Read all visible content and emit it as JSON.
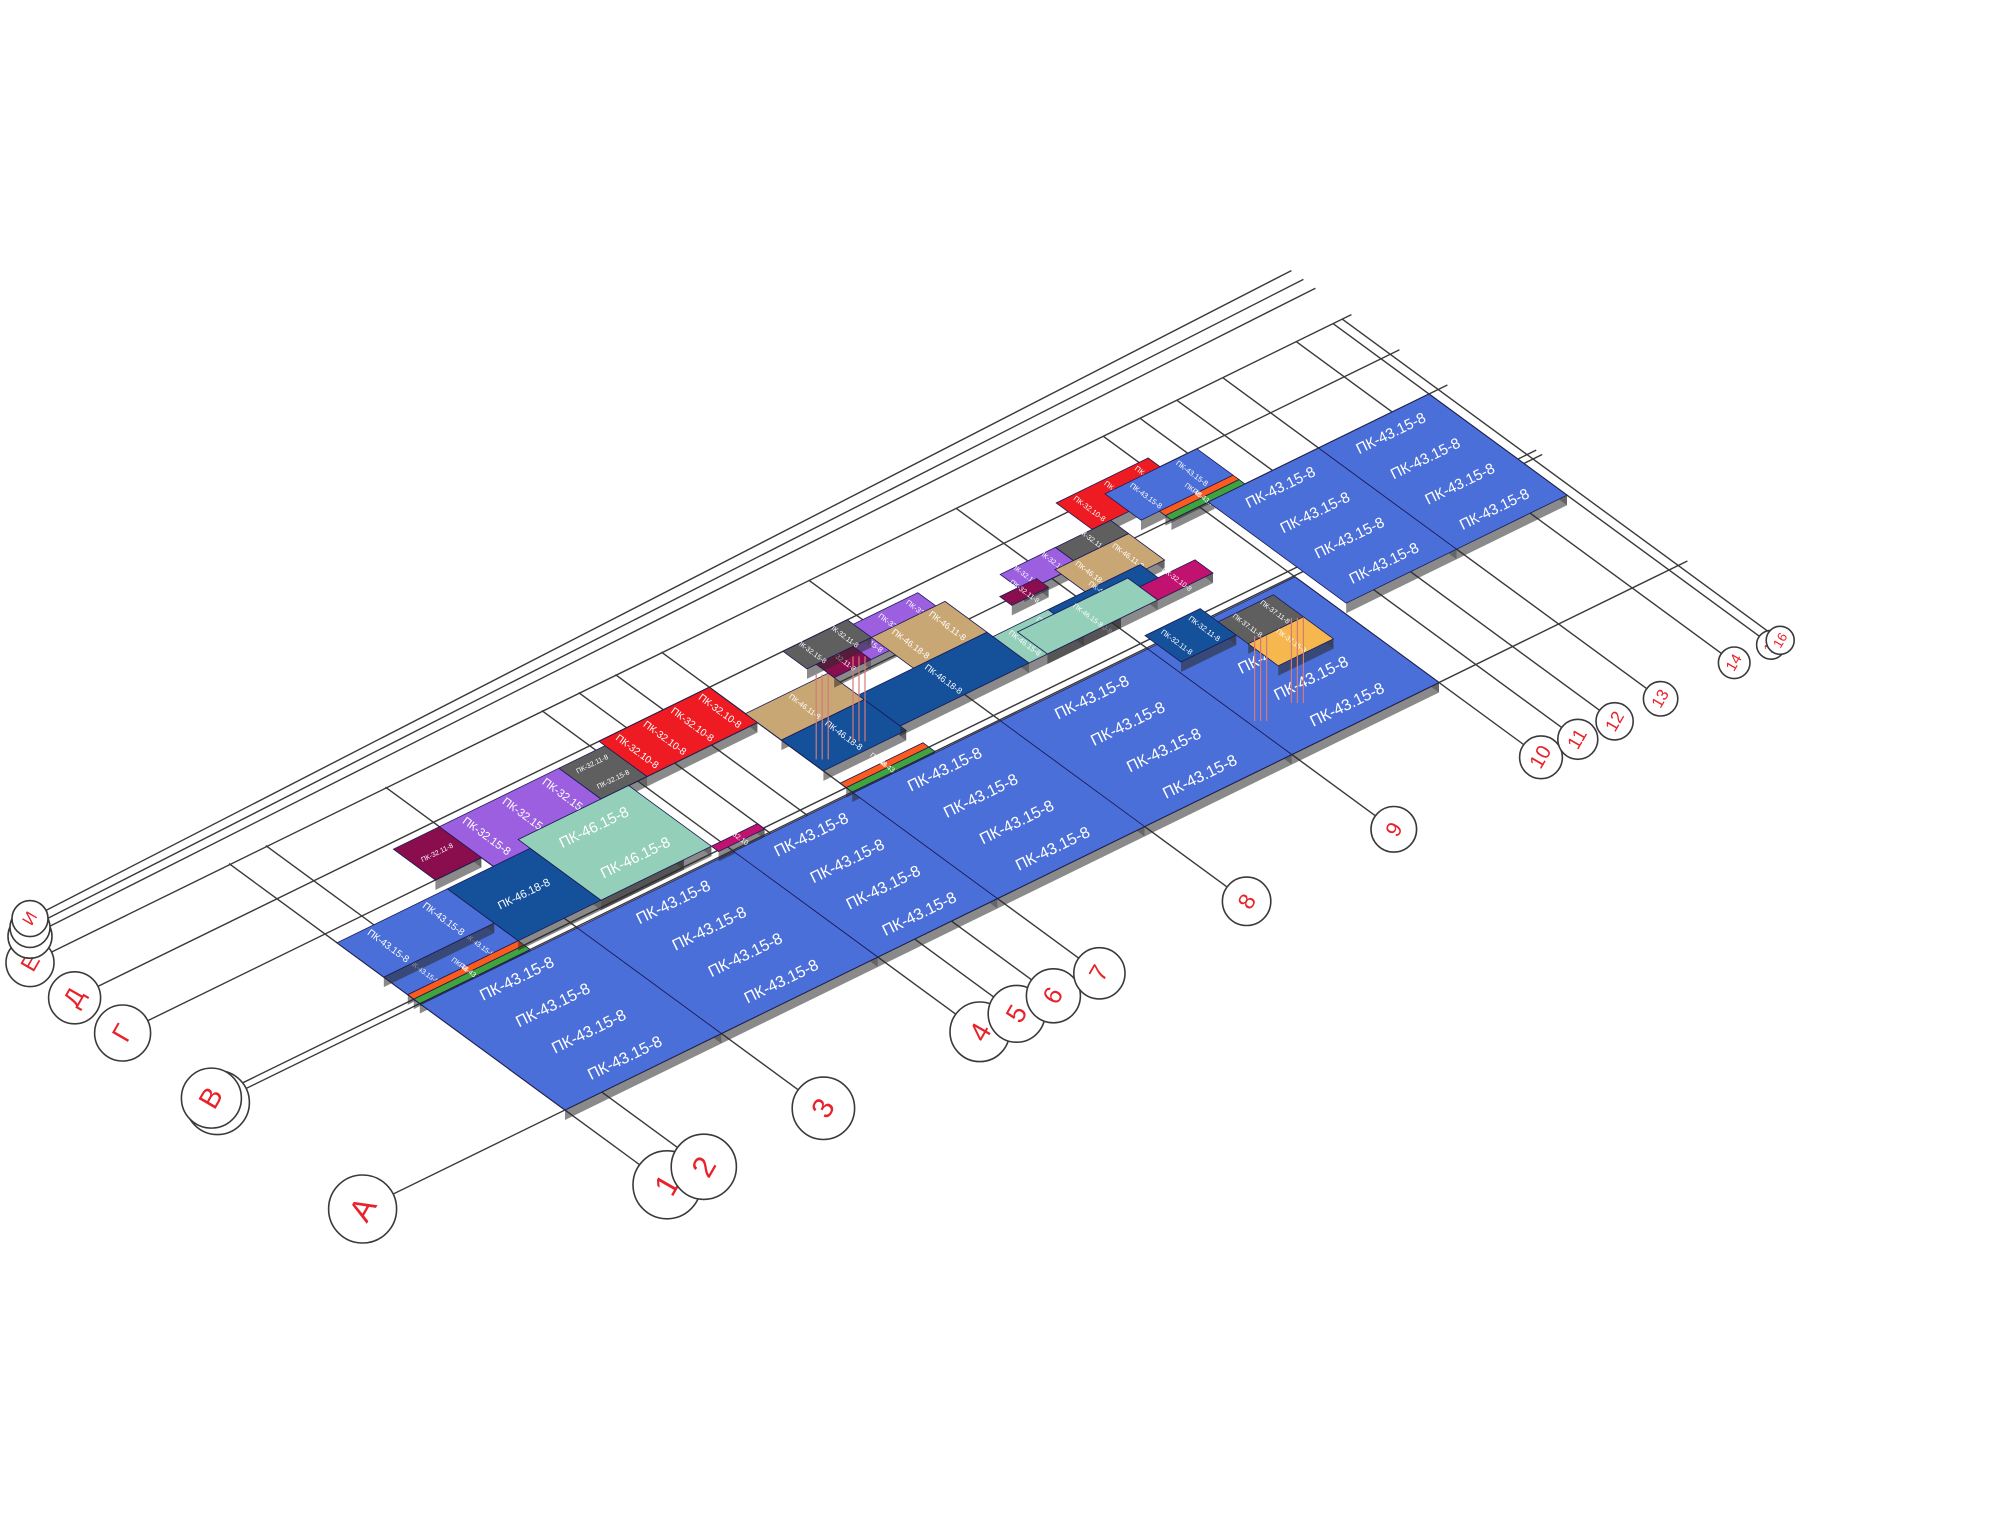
{
  "diagram": {
    "colors": {
      "blue": "#4b6fd8",
      "darkblue": "#15509a",
      "tan": "#c9a774",
      "red": "#ee1c22",
      "purple": "#9b5fe0",
      "gray": "#5f5f5f",
      "orange": "#fd5a1e",
      "green": "#3fa43c",
      "mint": "#93cfb9",
      "magenta": "#c2126f",
      "maroon": "#8a0e4e",
      "lightorange": "#f6b74f"
    },
    "axes": [
      {
        "label": "1"
      },
      {
        "label": "2"
      },
      {
        "label": "3"
      },
      {
        "label": "4"
      },
      {
        "label": "5"
      },
      {
        "label": "6"
      },
      {
        "label": "7"
      },
      {
        "label": "8"
      },
      {
        "label": "9"
      },
      {
        "label": "10"
      },
      {
        "label": "11"
      },
      {
        "label": "12"
      },
      {
        "label": "13"
      },
      {
        "label": "14"
      },
      {
        "label": "15"
      },
      {
        "label": "16"
      },
      {
        "label": "А"
      },
      {
        "label": "Б"
      },
      {
        "label": "В"
      },
      {
        "label": "Г"
      },
      {
        "label": "Д"
      },
      {
        "label": "Е"
      },
      {
        "label": "Ж"
      },
      {
        "label": "Л"
      },
      {
        "label": "И"
      }
    ],
    "slabs": [
      {
        "color": "blue",
        "labels": [
          "ПК-43.15-8",
          "ПК-43.15-8"
        ]
      },
      {
        "color": "blue",
        "labels": [
          "ПК-43.15-8",
          "ПК-43.15-8"
        ]
      },
      {
        "color": "orange",
        "labels": [
          "ПК-43.10-8"
        ]
      },
      {
        "color": "green",
        "labels": [
          "ПК-43.7-8"
        ]
      },
      {
        "color": "blue",
        "labels": [
          "ПК-43.15-8",
          "ПК-43.15-8",
          "ПК-43.15-8",
          "ПК-43.15-8"
        ]
      },
      {
        "color": "blue",
        "labels": [
          "ПК-43.15-8",
          "ПК-43.15-8",
          "ПК-43.15-8",
          "ПК-43.15-8"
        ]
      },
      {
        "color": "maroon",
        "labels": [
          "ПК-32.11-8"
        ]
      },
      {
        "color": "purple",
        "labels": [
          "ПК-32.15-8",
          "ПК-32.15-8",
          "ПК-32.15-8"
        ]
      },
      {
        "color": "darkblue",
        "labels": [
          "ПК-46.18-8"
        ]
      },
      {
        "color": "tan",
        "labels": [
          "ПК-46.18-8",
          "ПК-46.11-8"
        ]
      },
      {
        "color": "gray",
        "labels": [
          "ПК-32.15-8",
          "ПК-32.11-8"
        ]
      },
      {
        "color": "mint",
        "labels": [
          "ПК-46.15-8",
          "ПК-46.15-8"
        ]
      },
      {
        "color": "magenta",
        "labels": [
          "ПК-32.10-8"
        ]
      },
      {
        "color": "darkblue",
        "labels": [
          "ПК-32.11-8",
          "ПК-32.11-8",
          "ПК-32.11-8"
        ]
      },
      {
        "color": "gray",
        "labels": [
          "ПК-37.11-8",
          "ПК-37.11-8"
        ]
      },
      {
        "color": "lightorange",
        "labels": [
          "ПК-37.15-8"
        ]
      },
      {
        "color": "red",
        "labels": [
          "ПК-32.10-8",
          "ПК-32.10-8",
          "ПК-32.10-8",
          "ПК-32.10-8"
        ]
      },
      {
        "color": "tan",
        "labels": [
          "ПК-46.11-8"
        ]
      },
      {
        "color": "darkblue",
        "labels": [
          "ПК-46.18-8"
        ]
      },
      {
        "color": "blue",
        "labels": [
          "ПК-43.15-8",
          "ПК-43.15-8",
          "ПК-43.15-8",
          "ПК-43.15-8"
        ]
      },
      {
        "color": "orange",
        "labels": [
          "ПК-43.10-8"
        ]
      },
      {
        "color": "green",
        "labels": [
          "ПК-43.7-8"
        ]
      },
      {
        "color": "blue",
        "labels": [
          "ПК-43.15-8",
          "ПК-43.15-8",
          "ПК-43.15-8",
          "ПК-43.15-8"
        ]
      },
      {
        "color": "blue",
        "labels": [
          "ПК-43.15-8",
          "ПК-43.15-8",
          "ПК-43.15-8",
          "ПК-43.15-8"
        ]
      },
      {
        "color": "blue",
        "labels": [
          "ПК-43.15-8",
          "ПК-43.15-8",
          "ПК-43.15-8",
          "ПК-43.15-8"
        ]
      },
      {
        "color": "maroon",
        "labels": [
          "ПК-32.11-8"
        ]
      },
      {
        "color": "purple",
        "labels": [
          "ПК-32.15-8",
          "ПК-32.15-8",
          "ПК-32.15-8"
        ]
      },
      {
        "color": "gray",
        "labels": [
          "ПК-32.15-8",
          "ПК-32.11-8"
        ]
      },
      {
        "color": "tan",
        "labels": [
          "ПК-46.18-8",
          "ПК-46.11-8"
        ]
      },
      {
        "color": "darkblue",
        "labels": [
          "ПК-46.18-8"
        ]
      },
      {
        "color": "mint",
        "labels": [
          "ПК-46.15-8",
          "ПК-46.15-8"
        ]
      },
      {
        "color": "magenta",
        "labels": [
          "ПК-32.10-8"
        ]
      },
      {
        "color": "darkblue",
        "labels": [
          "ПК-32.11-8",
          "ПК-32.11-8"
        ]
      },
      {
        "color": "gray",
        "labels": [
          "ПК-37.11-8",
          "ПК-37.11-8"
        ]
      },
      {
        "color": "lightorange",
        "labels": [
          "ПК-37.15-8"
        ]
      },
      {
        "color": "red",
        "labels": [
          "ПК-32.10-8",
          "ПК-32.10-8",
          "ПК-32.10-8"
        ]
      },
      {
        "color": "gray",
        "labels": [
          "ПК-32.11-8"
        ]
      },
      {
        "color": "purple",
        "labels": [
          "ПК-32.15-8",
          "ПК-32.15-8"
        ]
      },
      {
        "color": "maroon",
        "labels": [
          "ПК-32.11-8"
        ]
      },
      {
        "color": "tan",
        "labels": [
          "ПК-46.18-8",
          "ПК-46.11-8"
        ]
      },
      {
        "color": "darkblue",
        "labels": [
          "ПК-46.18-8"
        ]
      },
      {
        "color": "mint",
        "labels": [
          "ПК-46.15-8"
        ]
      },
      {
        "color": "magenta",
        "labels": [
          "ПК-32.10-8"
        ]
      },
      {
        "color": "blue",
        "labels": [
          "ПК-43.15-8",
          "ПК-43.15-8"
        ]
      },
      {
        "color": "orange",
        "labels": [
          "ПК-43.10-8"
        ]
      },
      {
        "color": "green",
        "labels": [
          "ПК-43.7-8"
        ]
      },
      {
        "color": "blue",
        "labels": [
          "ПК-43.15-8",
          "ПК-43.15-8",
          "ПК-43.15-8",
          "ПК-43.15-8"
        ]
      },
      {
        "color": "blue",
        "labels": [
          "ПК-43.15-8",
          "ПК-43.15-8",
          "ПК-43.15-8",
          "ПК-43.15-8"
        ]
      }
    ]
  }
}
